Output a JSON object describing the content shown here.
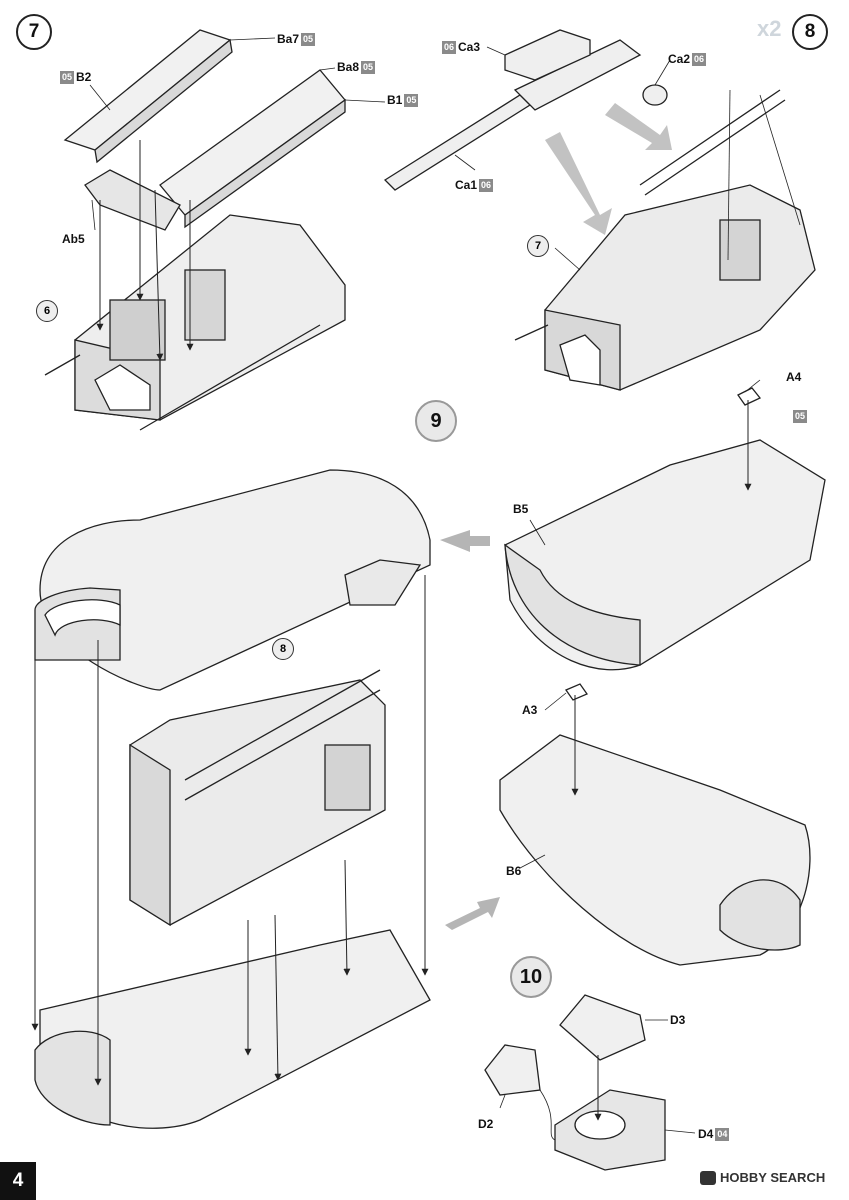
{
  "page": {
    "number": "4"
  },
  "steps": {
    "s7": "7",
    "s8": "8",
    "s9": "9",
    "s10": "10"
  },
  "subassemblies": {
    "ref7": "7",
    "ref6": "6",
    "ref8": "8"
  },
  "multiplier": "x2",
  "parts": {
    "ba7": {
      "code": "Ba7",
      "sprue": "05"
    },
    "b2": {
      "code": "B2",
      "sprue": "05"
    },
    "ba8": {
      "code": "Ba8",
      "sprue": "05"
    },
    "b1": {
      "code": "B1",
      "sprue": "05"
    },
    "ab5": {
      "code": "Ab5"
    },
    "ca3": {
      "code": "Ca3",
      "sprue": "06"
    },
    "ca2": {
      "code": "Ca2",
      "sprue": "06"
    },
    "ca1": {
      "code": "Ca1",
      "sprue": "06"
    },
    "a4": {
      "code": "A4"
    },
    "sprue05": {
      "sprue": "05"
    },
    "b5": {
      "code": "B5"
    },
    "a3": {
      "code": "A3"
    },
    "b6": {
      "code": "B6"
    },
    "d3": {
      "code": "D3"
    },
    "d2": {
      "code": "D2"
    },
    "d4": {
      "code": "D4",
      "sprue": "04"
    }
  },
  "watermark": {
    "text": "HOBBY SEARCH"
  },
  "colors": {
    "line": "#222222",
    "shade": "#e6e6e6",
    "arrow": "#b5b5b5",
    "tag": "#8a8a8a"
  }
}
